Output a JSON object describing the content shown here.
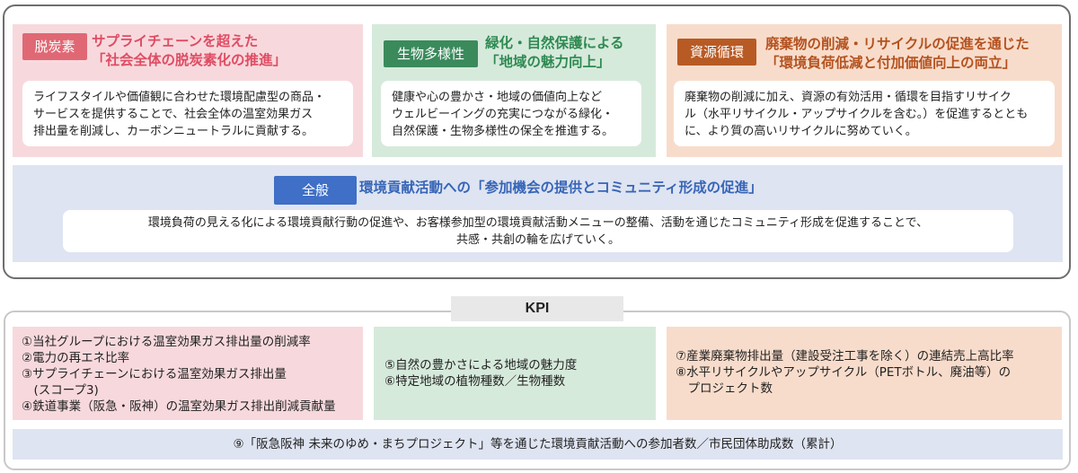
{
  "themes": {
    "carbon": {
      "tag": "脱炭素",
      "headline": [
        "サプライチェーンを超えた",
        "「社会全体の脱炭素化の推進」"
      ],
      "body": [
        "ライフスタイルや価値観に合わせた環境配慮型の商品・",
        "サービスを提供することで、社会全体の温室効果ガス",
        "排出量を削減し、カーボンニュートラルに貢献する。"
      ]
    },
    "biodiversity": {
      "tag": "生物多様性",
      "headline": [
        "緑化・自然保護による",
        "「地域の魅力向上」"
      ],
      "body": [
        "健康や心の豊かさ・地域の価値向上など",
        "ウェルビーイングの充実につながる緑化・",
        "自然保護・生物多様性の保全を推進する。"
      ]
    },
    "resource": {
      "tag": "資源循環",
      "headline": [
        "廃棄物の削減・リサイクルの促進を通じた",
        "「環境負荷低減と付加価値向上の両立」"
      ],
      "body": [
        "廃棄物の削減に加え、資源の有効活用・循環を目指すリサイク",
        "ル（水平リサイクル・アップサイクルを含む。）を促進するととも",
        "に、より質の高いリサイクルに努めていく。"
      ]
    },
    "general": {
      "tag": "全般",
      "headline": "環境貢献活動への「参加機会の提供とコミュニティ形成の促進」",
      "body": [
        "環境負荷の見える化による環境貢献行動の促進や、お客様参加型の環境貢献活動メニューの整備、活動を通じたコミュニティ形成を促進することで、",
        "共感・共創の輪を広げていく。"
      ]
    }
  },
  "kpi": {
    "title": "KPI",
    "carbon": [
      "①当社グループにおける温室効果ガス排出量の削減率",
      "②電力の再エネ比率",
      "③サプライチェーンにおける温室効果ガス排出量",
      "　(スコープ3)",
      "④鉄道事業（阪急・阪神）の温室効果ガス排出削減貢献量"
    ],
    "biodiversity": [
      "⑤自然の豊かさによる地域の魅力度",
      "⑥特定地域の植物種数／生物種数"
    ],
    "resource": [
      "⑦産業廃棄物排出量（建設受注工事を除く）の連結売上高比率",
      "⑧水平リサイクルやアップサイクル（PETボトル、廃油等）の",
      "　プロジェクト数"
    ],
    "general": "⑨「阪急阪神 未来のゆめ・まちプロジェクト」等を通じた環境貢献活動への参加者数／市民団体助成数（累計）"
  },
  "colors": {
    "carbon_bg": "#f7d9dd",
    "carbon_accent": "#e06874",
    "bio_bg": "#d6eadb",
    "bio_accent": "#3a8a5c",
    "res_bg": "#f8dccb",
    "res_accent": "#b85a24",
    "gen_bg": "#dee4f1",
    "gen_accent": "#3f6fc6"
  }
}
